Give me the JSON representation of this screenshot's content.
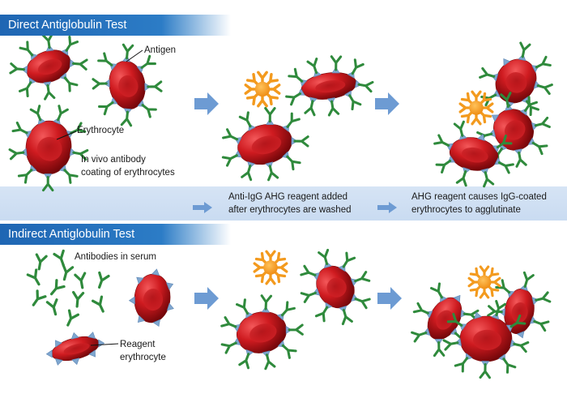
{
  "direct": {
    "title": "Direct Antiglobulin Test",
    "label_antigen": "Antigen",
    "label_erythrocyte": "Erythrocyte",
    "label_coating_line1": "In vivo antibody",
    "label_coating_line2": "coating of erythrocytes"
  },
  "steps": {
    "step1_line1": "Anti-IgG AHG reagent added",
    "step1_line2": "after erythrocytes are washed",
    "step2_line1": "AHG reagent causes IgG-coated",
    "step2_line2": "erythrocytes to agglutinate"
  },
  "indirect": {
    "title": "Indirect Antiglobulin Test",
    "label_antibodies": "Antibodies in serum",
    "label_reagent_line1": "Reagent",
    "label_reagent_line2": "erythrocyte"
  },
  "colors": {
    "header": "#2a74c0",
    "band": "#cfdff3",
    "cell": "#c8161b",
    "antibody": "#2f8a3c",
    "antigen": "#7fa6cf",
    "ahg": "#f39a1e",
    "arrow": "#6d9bd3"
  }
}
